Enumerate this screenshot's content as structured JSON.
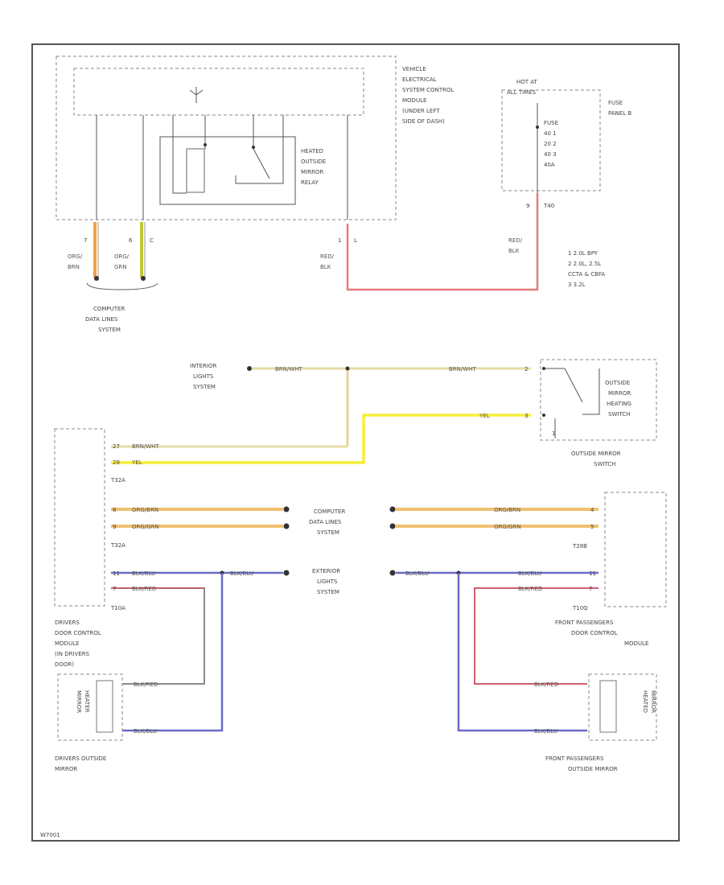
{
  "diagram": {
    "components": {
      "vesc": [
        "VEHICLE",
        "ELECTRICAL",
        "SYSTEM CONTROL",
        "MODULE",
        "(UNDER LEFT",
        "SIDE OF DASH)"
      ],
      "relay": [
        "HEATED",
        "OUTSIDE",
        "MIRROR",
        "RELAY"
      ],
      "hot_at": [
        "HOT AT",
        "ALL TIMES"
      ],
      "fuse_panel": [
        "FUSE",
        "PANEL B"
      ],
      "fuse_table": [
        "FUSE",
        "40    1",
        "20    2",
        "40    3",
        "40A"
      ],
      "notes": [
        "1  2.0L BPY",
        "2  2.0L, 2.5L",
        "    CCTA & CBFA",
        "3  3.2L"
      ],
      "computer_data_top": [
        "COMPUTER",
        "DATA LINES",
        "SYSTEM"
      ],
      "interior_lights": [
        "INTERIOR",
        "LIGHTS",
        "SYSTEM"
      ],
      "mirror_switch_inner": [
        "OUTSIDE",
        "MIRROR",
        "HEATING",
        "SWITCH"
      ],
      "mirror_switch": [
        "OUTSIDE MIRROR",
        "SWITCH"
      ],
      "computer_data_mid": [
        "COMPUTER",
        "DATA LINES",
        "SYSTEM"
      ],
      "exterior_lights": [
        "EXTERIOR",
        "LIGHTS",
        "SYSTEM"
      ],
      "driver_dcm": [
        "DRIVERS",
        "DOOR CONTROL",
        "MODULE",
        "(IN DRIVERS",
        "DOOR)"
      ],
      "front_pass_dcm": [
        "FRONT PASSENGERS",
        "DOOR CONTROL",
        "MODULE"
      ],
      "driver_mirror": [
        "DRIVERS OUTSIDE",
        "MIRROR"
      ],
      "front_pass_mirror": [
        "FRONT PASSENGERS",
        "OUTSIDE MIRROR"
      ],
      "mirror_heater_left": [
        "MIRROR",
        "HEATER"
      ],
      "mirror_heater_right": [
        "HEATED",
        "MIRROR"
      ]
    },
    "wires": {
      "org_brn_left": [
        "ORG/",
        "BRN"
      ],
      "org_brn_left2": [
        "ORG/",
        "GRN"
      ],
      "red_blk_vesc": [
        "RED/",
        "BLK"
      ],
      "red_blk_fuse": [
        "RED/",
        "BLK"
      ],
      "brn_wht": "BRN/WHT",
      "yel": "YEL",
      "org_brn": "ORG/BRN",
      "org_grn": "ORG/GRN",
      "blk_blu": "BLK/BLU",
      "blk_red": "BLK/RED"
    },
    "pins": {
      "p7": "7",
      "p6": "6",
      "pC": "C",
      "p1": "1",
      "pL": "L",
      "p9": "9",
      "pT40": "T40",
      "p_sw2": "2",
      "p_sw3": "3",
      "p_sw1": "1",
      "p27": "27",
      "p28": "28",
      "t32a_1": "T32A",
      "p8a": "8",
      "p9a": "9",
      "t32a_2": "T32A",
      "p11a": "11",
      "p7a": "7",
      "t10a": "T10A",
      "p4b": "4",
      "p5b": "5",
      "t28b": "T28B",
      "p11b": "11",
      "p7b": "7",
      "t10q": "T10Q"
    },
    "code": "W7001"
  }
}
